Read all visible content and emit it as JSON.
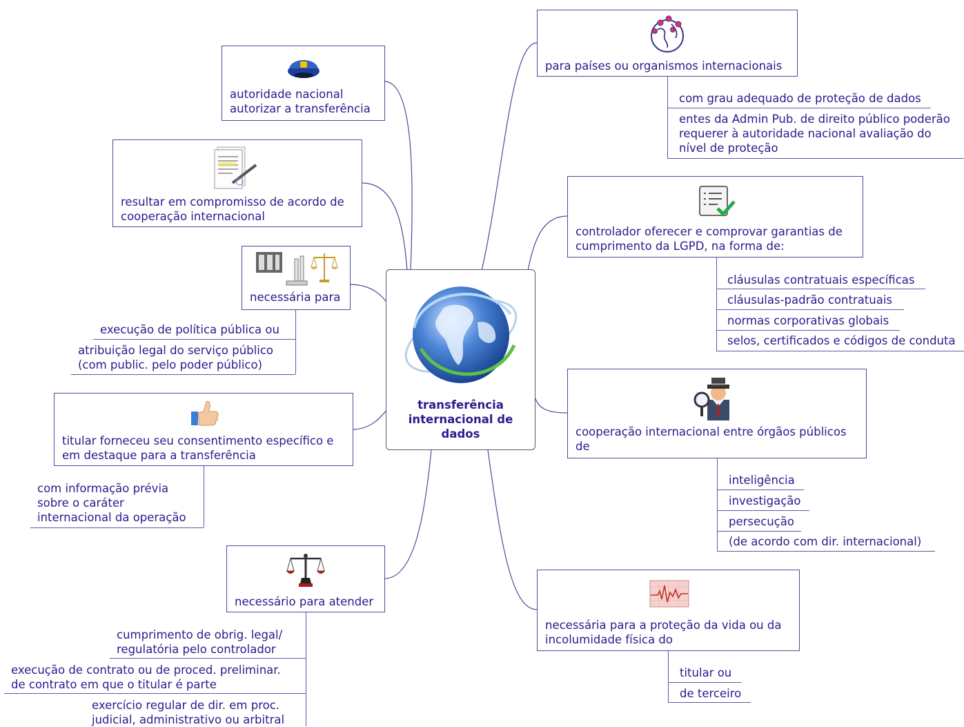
{
  "center": {
    "title": "transferência\ninternacional de\ndados",
    "icon": "globe-icon"
  },
  "left_nodes": {
    "autoridade": {
      "label": "autoridade nacional\nautorizar a transferência",
      "icon": "police-cap-icon"
    },
    "compromisso": {
      "label": "resultar em compromisso de acordo de\ncooperação internacional",
      "icon": "signed-document-icon"
    },
    "necessaria": {
      "label": "necessária para",
      "icon": "law-building-scales-icon",
      "children": [
        "execução de política pública ou",
        "atribuição legal do serviço público\n(com public. pelo poder público)"
      ]
    },
    "consentimento": {
      "label": "titular forneceu seu consentimento específico e\nem destaque para a transferência",
      "icon": "thumbs-up-icon",
      "children": [
        "com informação prévia\nsobre o caráter\ninternacional da operação"
      ]
    },
    "atender": {
      "label": "necessário para atender",
      "icon": "justice-scales-icon",
      "children": [
        "cumprimento de obrig. legal/\nregulatória pelo controlador",
        "execução de contrato ou de proced. preliminar.\nde contrato em que o titular é parte",
        "exercício regular de dir. em proc.\njudicial, administrativo ou arbitral"
      ]
    }
  },
  "right_nodes": {
    "paises": {
      "label": "para países ou organismos internacionais",
      "icon": "world-locations-icon",
      "children": [
        "com grau adequado de proteção de dados",
        "entes da Admin Pub. de direito público poderão\nrequerer à autoridade nacional avaliação do\nnível de proteção"
      ]
    },
    "garantias": {
      "label": "controlador oferecer e comprovar garantias de\ncumprimento da LGPD, na forma de:",
      "icon": "checklist-icon",
      "children": [
        "cláusulas contratuais específicas",
        "cláusulas-padrão contratuais",
        "normas corporativas globais",
        "selos, certificados e códigos de conduta"
      ]
    },
    "cooperacao": {
      "label": "cooperação internacional entre órgãos públicos\nde",
      "icon": "detective-icon",
      "children": [
        "inteligência",
        "investigação",
        "persecução",
        "(de acordo com dir. internacional)"
      ]
    },
    "vida": {
      "label": "necessária para a proteção da vida ou da\nincolumidade física do",
      "icon": "heartbeat-icon",
      "children": [
        "titular ou",
        "de terceiro"
      ]
    }
  }
}
